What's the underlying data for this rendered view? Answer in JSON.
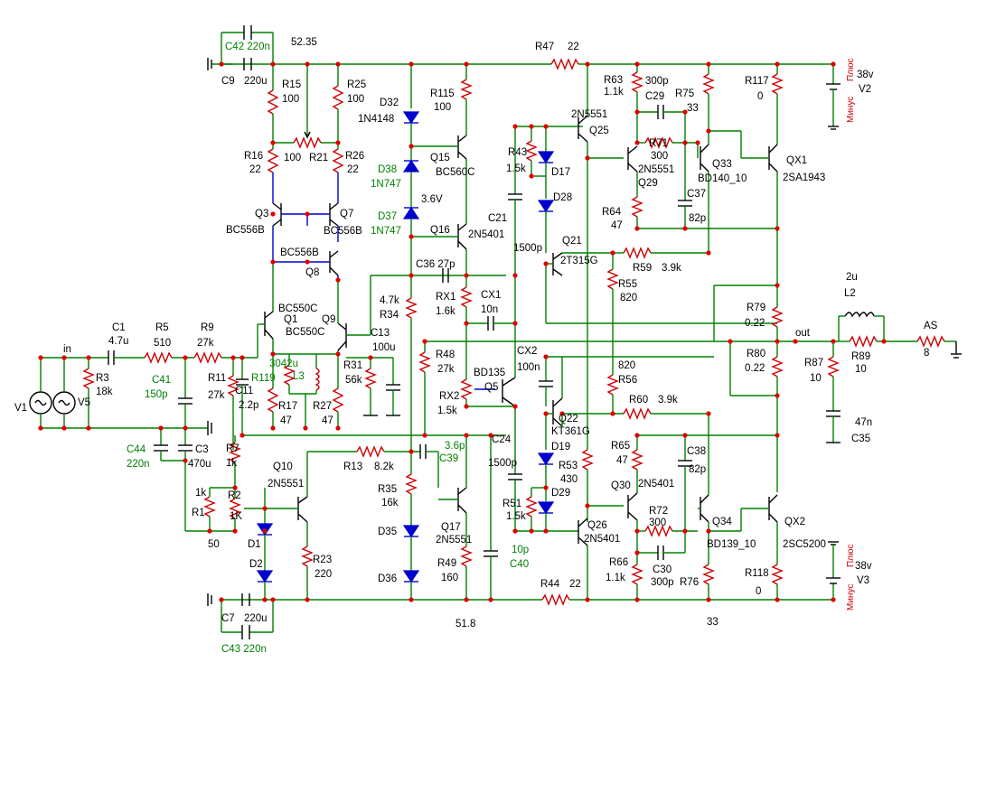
{
  "labels": {
    "C42": "C42 220n",
    "v5235": "52.35",
    "C9": "C9",
    "C9v": "220u",
    "R15": "R15",
    "R15v": "100",
    "R25": "R25",
    "R25v": "100",
    "D32": "D32",
    "D32v": "1N4148",
    "R115": "R115",
    "R115v": "100",
    "R47": "R47",
    "R47v": "22",
    "R63": "R63",
    "R63v": "1.1k",
    "C29v": "300p",
    "C29": "C29",
    "R75": "R75",
    "R75v": "33",
    "R117": "R117",
    "R117v": "0",
    "V2v": "38v",
    "V2": "V2",
    "plus1": "Плюс",
    "minus1": "Минус",
    "R16": "R16",
    "R16v": "22",
    "R21v": "100",
    "R21": "R21",
    "R26": "R26",
    "R26v": "22",
    "Q15": "Q15",
    "Q15t": "BC560C",
    "D38": "D38",
    "D38v": "1N747",
    "D37": "D37",
    "D37v": "1N747",
    "v36": "3.6V",
    "R43": "R43",
    "R43v": "1.5k",
    "D17": "D17",
    "D28": "D28",
    "Q25t": "2N5551",
    "Q25": "Q25",
    "R71": "R71",
    "R71v": "300",
    "Q29t": "2N5551",
    "Q29": "Q29",
    "Q33": "Q33",
    "Q33t": "BD140_10",
    "QX1": "QX1",
    "QX1t": "2SA1943",
    "C37": "C37",
    "C37v": "82p",
    "R64": "R64",
    "R64v": "47",
    "Q3": "Q3",
    "Q3t": "BC556B",
    "Q7": "Q7",
    "Q7t": "BC556B",
    "Q8t": "BC556B",
    "Q8": "Q8",
    "Q16": "Q16",
    "Q16t": "2N5401",
    "C21": "C21",
    "C21v": "1500p",
    "Q21": "Q21",
    "Q21t": "2T315G",
    "R59": "R59",
    "R59v": "3.9k",
    "C36": "C36 27p",
    "R55": "R55",
    "R55v": "820",
    "R34v": "4.7k",
    "R34": "R34",
    "RX1": "RX1",
    "RX1v": "1.6k",
    "CX1": "CX1",
    "CX1v": "10n",
    "Q1t": "BC550C",
    "Q1": "Q1",
    "Q9": "Q9",
    "Q9t": "BC550C",
    "C1": "C1",
    "C1v": "4.7u",
    "R5": "R5",
    "R5v": "510",
    "R9": "R9",
    "R9v": "27k",
    "in": "in",
    "R3": "R3",
    "R3v": "18k",
    "V1": "V1",
    "V5": "V5",
    "C41": "C41",
    "C41v": "150p",
    "R11": "R11",
    "R11v": "27k",
    "C11": "C11",
    "C11v": "2.2p",
    "R119": "R119",
    "L3v": "3042u",
    "L3": "L3",
    "C13": "C13",
    "C13v": "100u",
    "R31": "R31",
    "R31v": "56k",
    "R17": "R17",
    "R17v": "47",
    "R27": "R27",
    "R27v": "47",
    "R48": "R48",
    "R48v": "27k",
    "Q5t": "BD135",
    "Q5": "Q5",
    "CX2": "CX2",
    "CX2v": "100n",
    "RX2": "RX2",
    "RX2v": "1.5k",
    "R56v": "820",
    "R56": "R56",
    "R60": "R60",
    "R60v": "3.9k",
    "R79": "R79",
    "R79v": "0.22",
    "L2v": "2u",
    "L2": "L2",
    "out": "out",
    "AS": "AS",
    "ASv": "8",
    "R80": "R80",
    "R80v": "0.22",
    "R87": "R87",
    "R87v": "10",
    "R89": "R89",
    "R89v": "10",
    "C35v": "47n",
    "C35": "C35",
    "C44": "C44",
    "C44v": "220n",
    "C3": "C3",
    "C3v": "470u",
    "R7": "R7",
    "R7v": "1k",
    "Q10": "Q10",
    "Q10t": "2N5551",
    "R13": "R13",
    "R13v": "8.2k",
    "C39v": "3.6p",
    "C39": "C39",
    "C24": "C24",
    "C24v": "1500p",
    "Q22": "Q22",
    "Q22t": "KT361G",
    "D19": "D19",
    "R53": "R53",
    "R53v": "430",
    "R65": "R65",
    "R65v": "47",
    "C38": "C38",
    "C38v": "82p",
    "R1v": "1k",
    "R1": "R1",
    "R2": "R2",
    "R2v": "1K",
    "R2p": "50",
    "R35": "R35",
    "R35v": "16k",
    "D29": "D29",
    "R51": "R51",
    "R51v": "1.5k",
    "Q30": "Q30",
    "Q30t": "2N5401",
    "R72": "R72",
    "R72v": "300",
    "Q34": "Q34",
    "Q34t": "BD139_10",
    "QX2": "QX2",
    "QX2t": "2SC5200",
    "D1": "D1",
    "D35": "D35",
    "Q17": "Q17",
    "Q17t": "2N5551",
    "R23": "R23",
    "R23v": "220",
    "C40v": "10p",
    "C40": "C40",
    "Q26": "Q26",
    "Q26t": "2N5401",
    "R66": "R66",
    "R66v": "1.1k",
    "C30": "C30",
    "C30v": "300p",
    "R76": "R76",
    "R118": "R118",
    "R118v": "0",
    "V3v": "38v",
    "V3": "V3",
    "plus2": "Плюс",
    "minus2": "Минус",
    "D2": "D2",
    "D36": "D36",
    "R49": "R49",
    "R49v": "160",
    "R44": "R44",
    "R44v": "22",
    "C7": "C7",
    "C7v": "220u",
    "C43": "C43 220n",
    "v518": "51.8",
    "v33": "33"
  }
}
